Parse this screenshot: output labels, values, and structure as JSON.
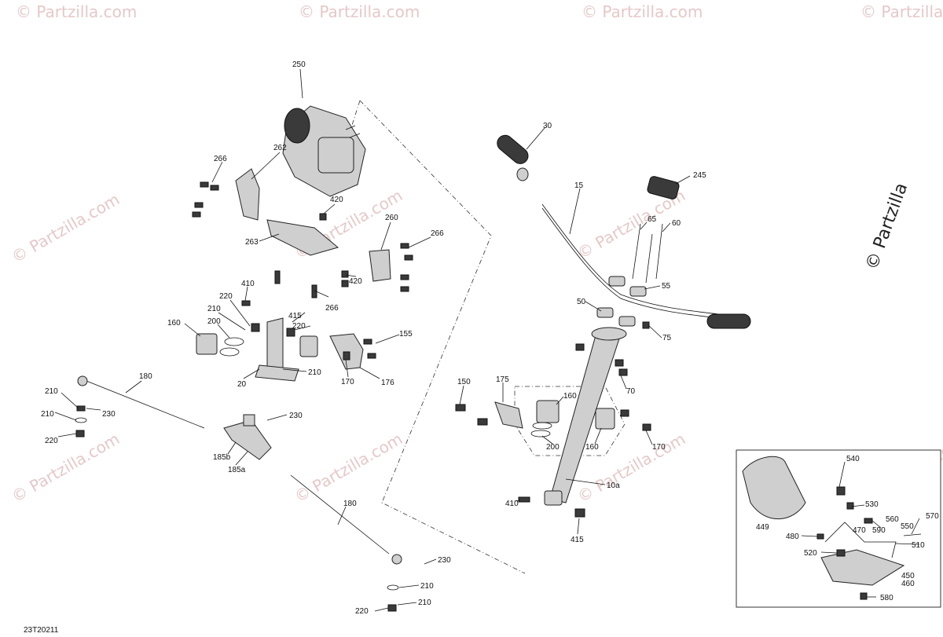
{
  "reference_code": "23T20211",
  "watermark": {
    "text": "© Partzilla.com",
    "side_text": "© Partzilla"
  },
  "callouts": [
    {
      "id": "c250",
      "text": "250"
    },
    {
      "id": "c262",
      "text": "262"
    },
    {
      "id": "c266a",
      "text": "266"
    },
    {
      "id": "c420a",
      "text": "420"
    },
    {
      "id": "c263",
      "text": "263"
    },
    {
      "id": "c260",
      "text": "260"
    },
    {
      "id": "c266b",
      "text": "266"
    },
    {
      "id": "c420b",
      "text": "420"
    },
    {
      "id": "c266c",
      "text": "266"
    },
    {
      "id": "c410a",
      "text": "410"
    },
    {
      "id": "c220a",
      "text": "220"
    },
    {
      "id": "c210a",
      "text": "210"
    },
    {
      "id": "c415a",
      "text": "415"
    },
    {
      "id": "c220b",
      "text": "220"
    },
    {
      "id": "c160a",
      "text": "160"
    },
    {
      "id": "c200a",
      "text": "200"
    },
    {
      "id": "c155",
      "text": "155"
    },
    {
      "id": "c210b",
      "text": "210"
    },
    {
      "id": "c20",
      "text": "20"
    },
    {
      "id": "c170a",
      "text": "170"
    },
    {
      "id": "c176",
      "text": "176"
    },
    {
      "id": "c180a",
      "text": "180"
    },
    {
      "id": "c210c",
      "text": "210"
    },
    {
      "id": "c230a",
      "text": "230"
    },
    {
      "id": "c210d",
      "text": "210"
    },
    {
      "id": "c220c",
      "text": "220"
    },
    {
      "id": "c230b",
      "text": "230"
    },
    {
      "id": "c185b",
      "text": "185b"
    },
    {
      "id": "c185a",
      "text": "185a"
    },
    {
      "id": "c180b",
      "text": "180"
    },
    {
      "id": "c230c",
      "text": "230"
    },
    {
      "id": "c210e",
      "text": "210"
    },
    {
      "id": "c210f",
      "text": "210"
    },
    {
      "id": "c220d",
      "text": "220"
    },
    {
      "id": "c30",
      "text": "30"
    },
    {
      "id": "c245",
      "text": "245"
    },
    {
      "id": "c15",
      "text": "15"
    },
    {
      "id": "c65",
      "text": "65"
    },
    {
      "id": "c60",
      "text": "60"
    },
    {
      "id": "c55",
      "text": "55"
    },
    {
      "id": "c50",
      "text": "50"
    },
    {
      "id": "c75",
      "text": "75"
    },
    {
      "id": "c70",
      "text": "70"
    },
    {
      "id": "c150",
      "text": "150"
    },
    {
      "id": "c175",
      "text": "175"
    },
    {
      "id": "c160b",
      "text": "160"
    },
    {
      "id": "c200b",
      "text": "200"
    },
    {
      "id": "c160c",
      "text": "160"
    },
    {
      "id": "c170b",
      "text": "170"
    },
    {
      "id": "c410b",
      "text": "410"
    },
    {
      "id": "c10a",
      "text": "10a"
    },
    {
      "id": "c415b",
      "text": "415"
    },
    {
      "id": "c540",
      "text": "540"
    },
    {
      "id": "c530",
      "text": "530"
    },
    {
      "id": "c560",
      "text": "560"
    },
    {
      "id": "c550",
      "text": "550"
    },
    {
      "id": "c570",
      "text": "570"
    },
    {
      "id": "c449",
      "text": "449"
    },
    {
      "id": "c470",
      "text": "470"
    },
    {
      "id": "c590",
      "text": "590"
    },
    {
      "id": "c480",
      "text": "480"
    },
    {
      "id": "c510",
      "text": "510"
    },
    {
      "id": "c520",
      "text": "520"
    },
    {
      "id": "c450",
      "text": "450"
    },
    {
      "id": "c460",
      "text": "460"
    },
    {
      "id": "c580",
      "text": "580"
    }
  ]
}
